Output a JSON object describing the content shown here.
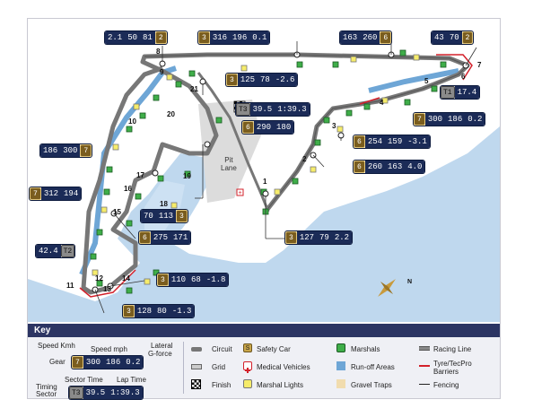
{
  "turns": [
    "1",
    "2",
    "3",
    "4",
    "5",
    "6",
    "7",
    "8",
    "9",
    "10",
    "11",
    "12",
    "13",
    "14",
    "15",
    "16",
    "17",
    "18",
    "19",
    "20",
    "21"
  ],
  "labels": {
    "pit_lane_line1": "Pit",
    "pit_lane_line2": "Lane",
    "north": "N"
  },
  "telemetry": [
    {
      "id": "t8",
      "gear": "2",
      "kmh": "2.1",
      "mph": "50",
      "g": "81",
      "gear_side": "right"
    },
    {
      "id": "t9",
      "gear": "3",
      "kmh": "316",
      "mph": "196",
      "g": "0.1",
      "gear_side": "left"
    },
    {
      "id": "t6",
      "gear": "6",
      "kmh": "163",
      "mph": "260",
      "g": "",
      "gear_side": "right"
    },
    {
      "id": "t7",
      "gear": "2",
      "kmh": "43",
      "mph": "70",
      "g": "",
      "gear_side": "right"
    },
    {
      "id": "t21",
      "gear": "3",
      "kmh": "125",
      "mph": "78",
      "g": "-2.6",
      "gear_side": "left"
    },
    {
      "id": "t1b",
      "gear": "7",
      "kmh": "300",
      "mph": "186",
      "g": "0.2",
      "gear_side": "left"
    },
    {
      "id": "t20",
      "gear": "6",
      "kmh": "290",
      "mph": "180",
      "g": "",
      "gear_side": "left"
    },
    {
      "id": "t3",
      "gear": "6",
      "kmh": "254",
      "mph": "159",
      "g": "-3.1",
      "gear_side": "left"
    },
    {
      "id": "t2",
      "gear": "6",
      "kmh": "260",
      "mph": "163",
      "g": "4.0",
      "gear_side": "left"
    },
    {
      "id": "t10",
      "gear": "7",
      "kmh": "186",
      "mph": "300",
      "g": "",
      "gear_side": "right"
    },
    {
      "id": "t16",
      "gear": "7",
      "kmh": "312",
      "mph": "194",
      "g": "",
      "gear_side": "left"
    },
    {
      "id": "t19",
      "gear": "3",
      "kmh": "70",
      "mph": "113",
      "g": "",
      "gear_side": "right"
    },
    {
      "id": "t15",
      "gear": "6",
      "kmh": "275",
      "mph": "171",
      "g": "",
      "gear_side": "left"
    },
    {
      "id": "t1",
      "gear": "3",
      "kmh": "127",
      "mph": "79",
      "g": "2.2",
      "gear_side": "left"
    },
    {
      "id": "t14",
      "gear": "3",
      "kmh": "110",
      "mph": "68",
      "g": "-1.8",
      "gear_side": "left"
    },
    {
      "id": "t13",
      "gear": "3",
      "kmh": "128",
      "mph": "80",
      "g": "-1.3",
      "gear_side": "left"
    }
  ],
  "timing": [
    {
      "id": "tm_t1",
      "sector": "T1",
      "value": "17.4",
      "side": "left"
    },
    {
      "id": "tm_t2",
      "sector": "T2",
      "value": "42.4",
      "side": "right"
    },
    {
      "id": "tm_t3",
      "sector": "T3",
      "value": "39.5",
      "lap": "1:39.3"
    }
  ],
  "key": {
    "title": "Key",
    "legend": {
      "speed_kmh": "Speed Kmh",
      "speed_mph": "Speed mph",
      "lateral_g": "Lateral",
      "lateral_g2": "G-force",
      "gear": "Gear",
      "gear_value": "7",
      "kmh_value": "300",
      "mph_value": "186",
      "g_value": "0.2",
      "sector_time": "Sector Time",
      "lap_time": "Lap Time",
      "timing": "Timing",
      "sector": "Sector",
      "sector_value": "T3",
      "sector_time_value": "39.5",
      "lap_time_value": "1:39.3"
    },
    "items": {
      "circuit": "Circuit",
      "grid": "Grid",
      "finish": "Finish",
      "safety_car": "Safety Car",
      "safety_car_glyph": "S",
      "medical": "Medical Vehicles",
      "marshal_lights": "Marshal Lights",
      "marshals": "Marshals",
      "runoff": "Run-off Areas",
      "gravel": "Gravel Traps",
      "racing_line": "Racing Line",
      "barriers": "Tyre/TecPro",
      "barriers2": "Barriers",
      "fencing": "Fencing"
    },
    "colors": {
      "header": "#2c3563",
      "body": "#eff0f5",
      "marshal_green": "#3fae49",
      "runoff_blue": "#6ea6d6",
      "gravel": "#f1dcae",
      "barrier_red": "#d3202a",
      "circuit_grey": "#777777",
      "light_yellow": "#f6ec6a",
      "safety_gold": "#c9a64a"
    }
  }
}
